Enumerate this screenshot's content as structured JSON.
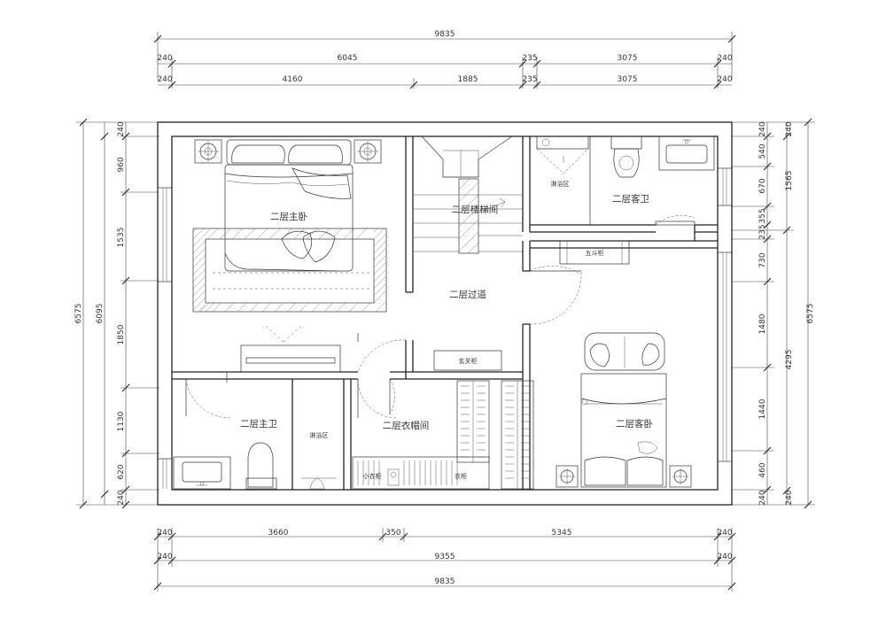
{
  "rooms": {
    "master_bedroom": "二层主卧",
    "stair_room": "二层楼梯间",
    "guest_bath": "二层客卫",
    "corridor": "二层过道",
    "master_bath": "二层主卫",
    "cloakroom": "二层衣帽间",
    "guest_bedroom": "二层客卧"
  },
  "fixtures": {
    "shower_area_1": "淋浴区",
    "shower_area_2": "淋浴区",
    "entry_cabinet": "玄关柜",
    "storage_cabinet": "五斗柜",
    "cloak_left": "小衣柜",
    "cloak_right": "衣柜"
  },
  "dimensions": {
    "top": {
      "overall": "9835",
      "row2": [
        "240",
        "6045",
        "235",
        "3075",
        "240"
      ],
      "row3": [
        "240",
        "4160",
        "1885",
        "235",
        "3075",
        "240"
      ]
    },
    "bottom": {
      "row1": [
        "240",
        "3660",
        "350",
        "5345",
        "240"
      ],
      "row2": [
        "240",
        "9355",
        "240"
      ],
      "overall": "9835"
    },
    "left": {
      "overall": "6575",
      "row2": "6095",
      "row3": [
        "240",
        "960",
        "1535",
        "1850",
        "1130",
        "620",
        "240"
      ]
    },
    "right": {
      "overall": "6575",
      "row2": [
        "240",
        "1565",
        "4295",
        "240"
      ],
      "row3": [
        "240",
        "540",
        "670",
        "355",
        "235",
        "730",
        "1480",
        "1440",
        "460",
        "240"
      ]
    }
  }
}
